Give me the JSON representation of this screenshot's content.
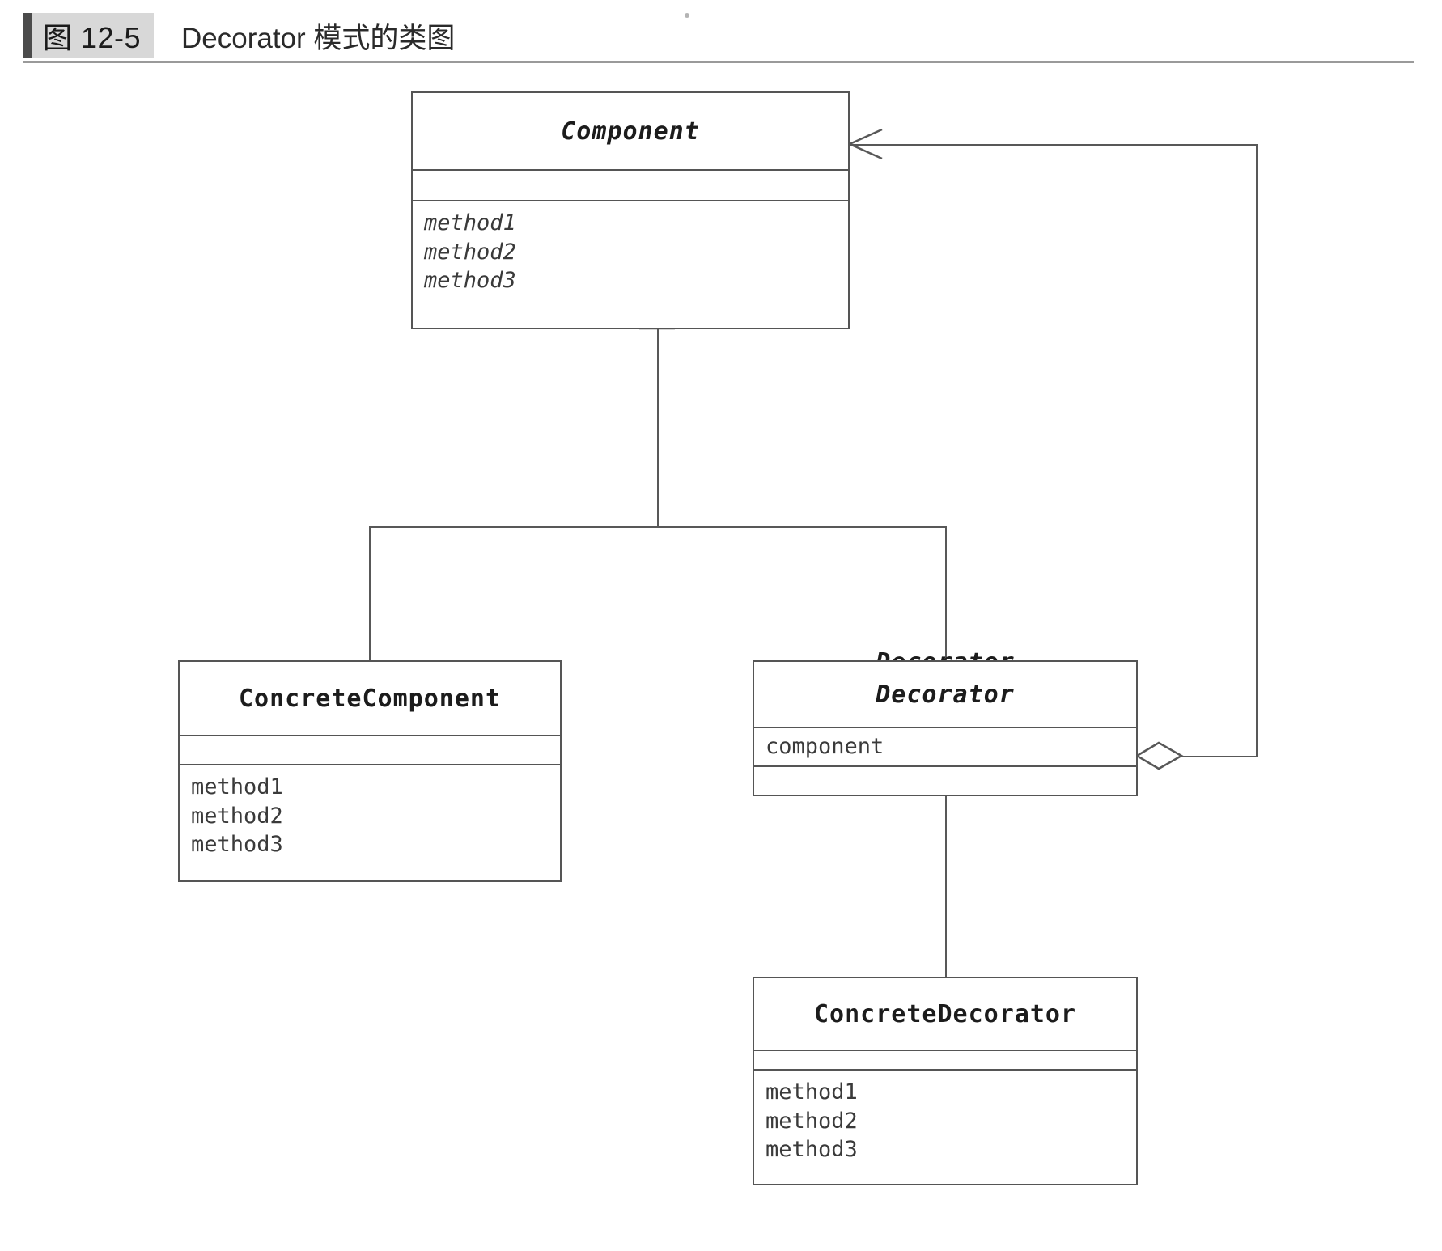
{
  "caption": {
    "tag_label": "图 12-5",
    "title": "Decorator 模式的类图"
  },
  "diagram": {
    "type": "uml-class-diagram",
    "pattern": "Decorator",
    "classes": [
      {
        "id": "component",
        "name": "Component",
        "stereotype": "abstract",
        "attributes": [],
        "operations": [
          "method1",
          "method2",
          "method3"
        ]
      },
      {
        "id": "concrete-component",
        "name": "ConcreteComponent",
        "stereotype": "concrete",
        "attributes": [],
        "operations": [
          "method1",
          "method2",
          "method3"
        ]
      },
      {
        "id": "decorator",
        "name": "Decorator",
        "stereotype": "abstract",
        "attributes": [
          "component"
        ],
        "operations": []
      },
      {
        "id": "concrete-decorator",
        "name": "ConcreteDecorator",
        "stereotype": "concrete",
        "attributes": [],
        "operations": [
          "method1",
          "method2",
          "method3"
        ]
      }
    ],
    "relations": [
      {
        "kind": "generalization",
        "from": "concrete-component",
        "to": "component"
      },
      {
        "kind": "generalization",
        "from": "decorator",
        "to": "component"
      },
      {
        "kind": "generalization",
        "from": "concrete-decorator",
        "to": "decorator"
      },
      {
        "kind": "aggregation",
        "from": "decorator",
        "to": "component",
        "role": "component"
      }
    ],
    "colors": {
      "line": "#585858",
      "text": "#1c1c1c",
      "background": "#ffffff",
      "caption_tag_background": "#d8d8d8",
      "caption_tick": "#4b4b4b"
    }
  }
}
